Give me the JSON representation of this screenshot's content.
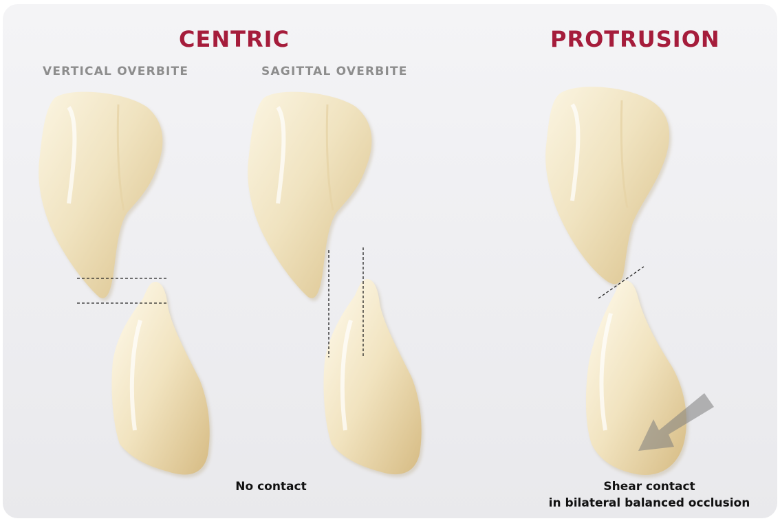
{
  "colors": {
    "heading": "#a51c3b",
    "subheading": "#8d8d8d",
    "caption": "#111111"
  },
  "headings": {
    "centric": "CENTRIC",
    "protrusion": "PROTRUSION"
  },
  "subheadings": {
    "vertical": "VERTICAL OVERBITE",
    "sagittal": "SAGITTAL OVERBITE"
  },
  "captions": {
    "no_contact": "No contact",
    "shear_line1": "Shear contact",
    "shear_line2": "in bilateral balanced occlusion"
  }
}
